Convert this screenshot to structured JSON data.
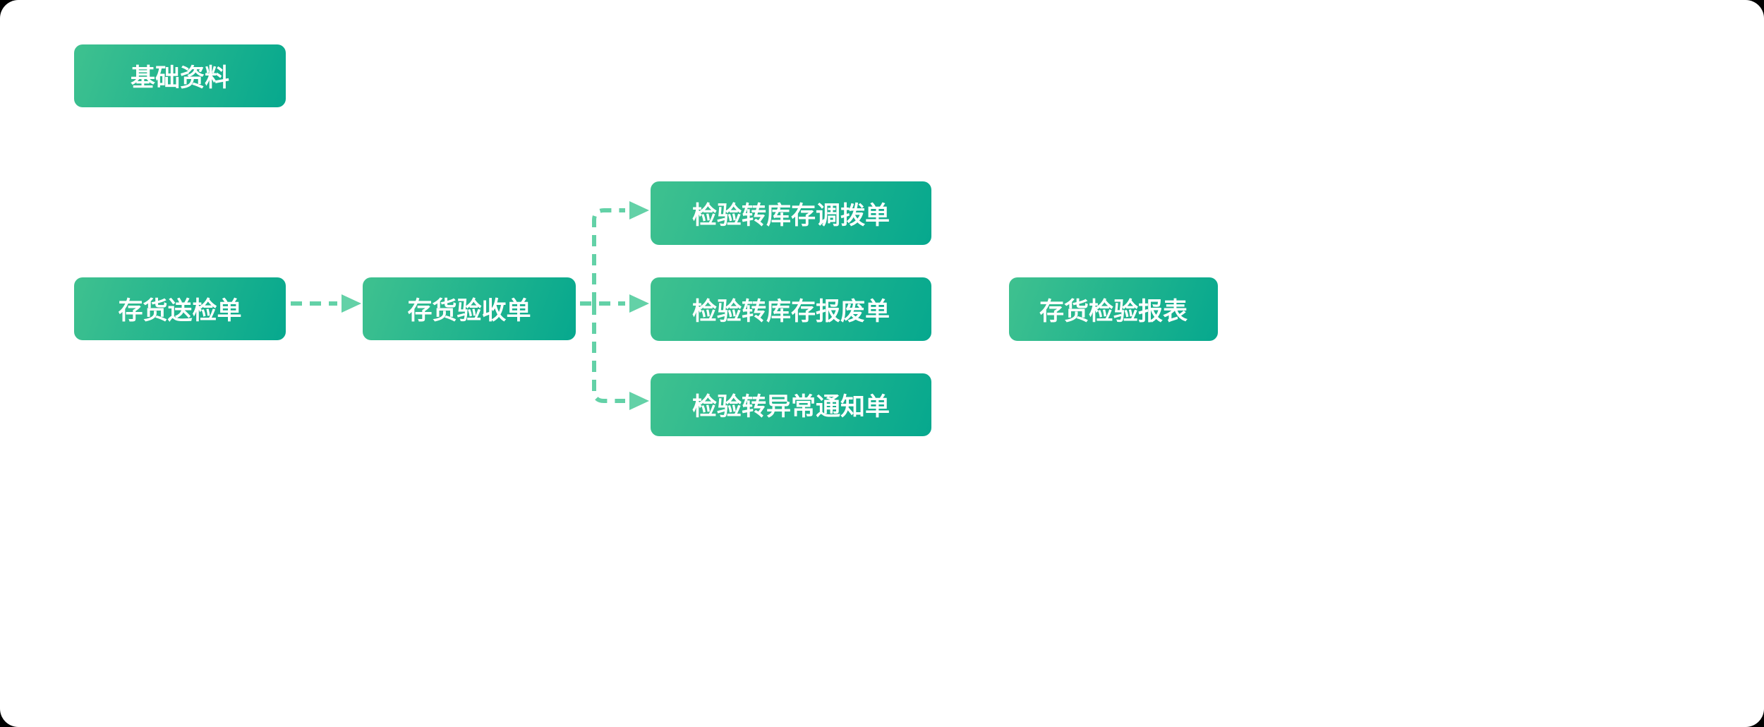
{
  "page": {
    "background": "#000000",
    "surface": "#ffffff"
  },
  "colors": {
    "node_gradient_start": "#3fc18f",
    "node_gradient_end": "#06a88e",
    "connector": "#63d1a7",
    "node_text": "#ffffff"
  },
  "nodes": [
    {
      "id": "basic-data",
      "label": "基础资料"
    },
    {
      "id": "inventory-send-inspection",
      "label": "存货送检单"
    },
    {
      "id": "inventory-acceptance",
      "label": "存货验收单"
    },
    {
      "id": "inspection-to-stock-transfer",
      "label": "检验转库存调拨单"
    },
    {
      "id": "inspection-to-stock-scrap",
      "label": "检验转库存报废单"
    },
    {
      "id": "inspection-to-abnormal-notice",
      "label": "检验转异常通知单"
    },
    {
      "id": "inventory-inspection-report",
      "label": "存货检验报表"
    }
  ],
  "edges": [
    {
      "from": "存货送检单",
      "to": "存货验收单",
      "style": "dashed-arrow"
    },
    {
      "from": "存货验收单",
      "to": "检验转库存调拨单",
      "style": "dashed-arrow"
    },
    {
      "from": "存货验收单",
      "to": "检验转库存报废单",
      "style": "dashed-arrow"
    },
    {
      "from": "存货验收单",
      "to": "检验转异常通知单",
      "style": "dashed-arrow"
    }
  ]
}
